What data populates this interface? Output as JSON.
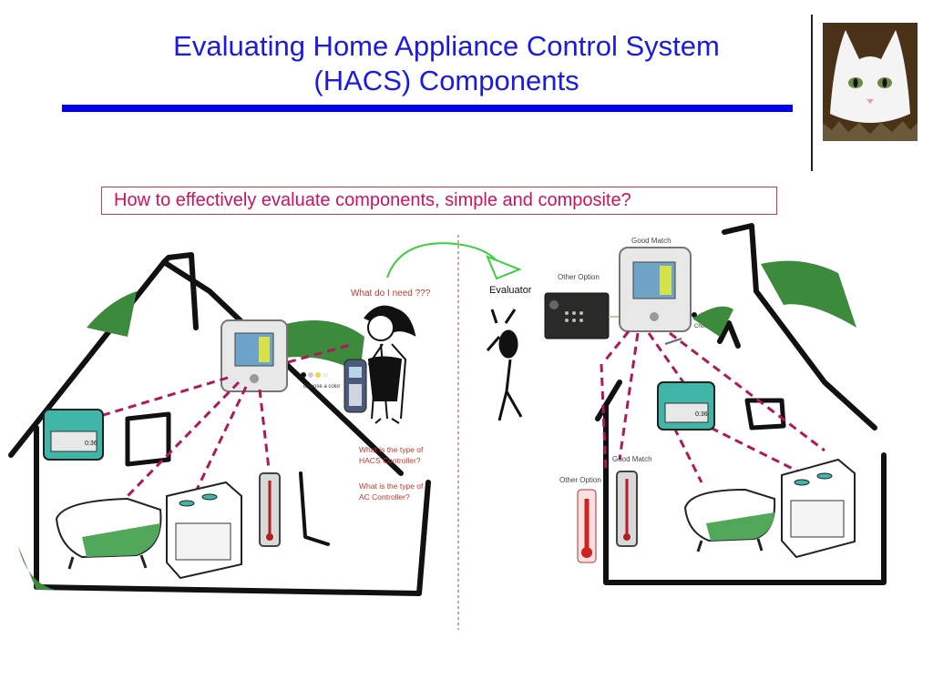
{
  "title": {
    "line1": "Evaluating Home Appliance Control System",
    "line2": "(HACS) Components"
  },
  "question": "How to effectively evaluate components, simple and composite?",
  "left": {
    "what_do_i_need": "What do I need ???",
    "choose_color": "Choose a color",
    "q_hacs_1": "What is the type of",
    "q_hacs_2": "HACS Controller?",
    "q_ac_1": "What is the type of",
    "q_ac_2": "AC Controller?",
    "display_reading": "0:36"
  },
  "right": {
    "evaluator": "Evaluator",
    "good_match_top": "Good Match",
    "other_option_top": "Other Option",
    "choose_color": "Choose a color",
    "good_match_bottom": "Good Match",
    "other_option_bottom": "Other Option",
    "display_reading": "0:36"
  },
  "colors": {
    "title": "#1a1ae6",
    "rule": "#0000ee",
    "question_text": "#d0105a",
    "question_border": "#d23b3b",
    "link_dash": "#b0185a",
    "annotation": "#c0392b",
    "roof_green": "#3c8a3c",
    "appliance_teal": "#3fb6a8"
  },
  "icons": [
    "cat-photo",
    "house-icon",
    "controller-icon",
    "phone-icon",
    "girl-icon",
    "evaluator-figure-icon",
    "bathtub-icon",
    "stove-icon",
    "thermometer-icon",
    "curved-arrow-icon"
  ]
}
